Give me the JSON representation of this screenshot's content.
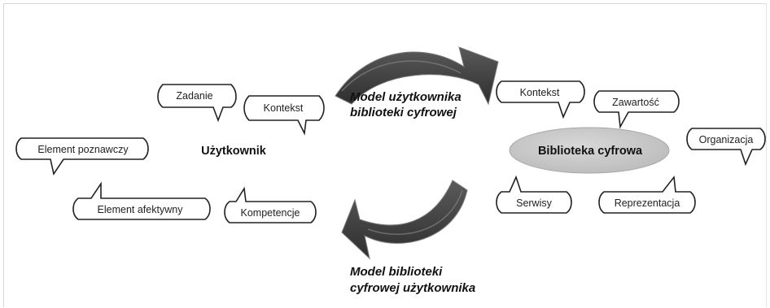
{
  "user_center": "Użytkownik",
  "library_center": "Biblioteka cyfrowa",
  "model_top": {
    "line1": "Model użytkownika",
    "line2": "biblioteki cyfrowej"
  },
  "model_bottom": {
    "line1": "Model biblioteki",
    "line2": "cyfrowej użytkownika"
  },
  "user_bubbles": {
    "zadanie": "Zadanie",
    "kontekst": "Kontekst",
    "element_poznawczy": "Element poznawczy",
    "element_afektywny": "Element afektywny",
    "kompetencje": "Kompetencje"
  },
  "library_bubbles": {
    "kontekst": "Kontekst",
    "zawartosc": "Zawartość",
    "organizacja": "Organizacja",
    "serwisy": "Serwisy",
    "reprezentacja": "Reprezentacja"
  },
  "colors": {
    "arrow": "#3c3c3c",
    "arrow_edge": "#7a7a7a",
    "ellipse": "#c9c9c9",
    "ellipse_edge": "#a8a8a8"
  }
}
